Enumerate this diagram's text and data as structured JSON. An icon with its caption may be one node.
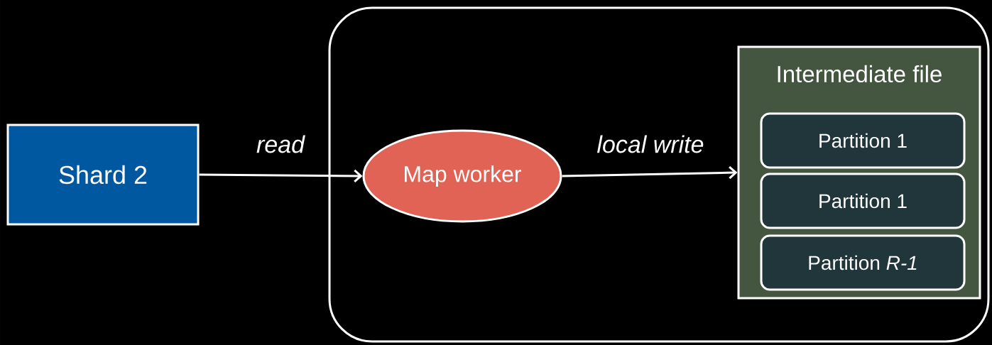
{
  "diagram": {
    "nodes": [
      {
        "text": [
          "Shard 2"
        ]
      },
      {
        "text": [],
        "shape": "box"
      },
      {
        "text": [
          "Map worker"
        ],
        "in": 1
      },
      {
        "text": [
          "Intermediate file"
        ],
        "in": 1
      },
      {
        "text": [
          "Partition 1"
        ],
        "in": 3
      },
      {
        "text": [
          "Partition 1"
        ],
        "in": 3
      },
      {
        "text": [
          "Partition *R-1*"
        ],
        "in": 3
      }
    ],
    "edges": [
      {
        "from": 0,
        "to": 2,
        "arrow": "to",
        "label": "read"
      },
      {
        "from": 2,
        "to": 3,
        "arrow": "to",
        "label": "local write"
      }
    ]
  }
}
